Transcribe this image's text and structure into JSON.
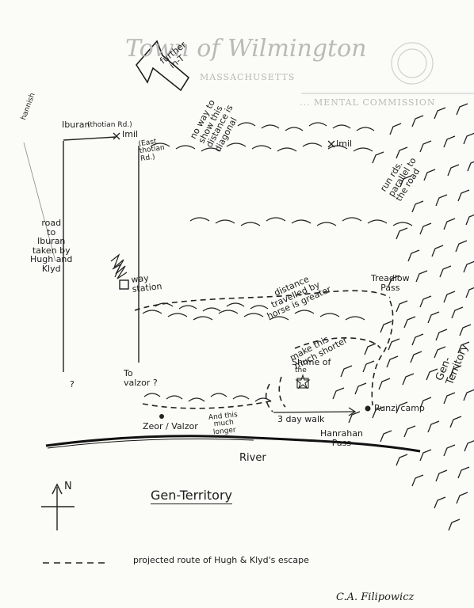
{
  "letterhead": {
    "town": "Town of Wilmington",
    "state": "MASSACHUSETTS",
    "commission": "... MENTAL COMMISSION"
  },
  "direction_arrow": {
    "line1": "further",
    "line2": "in-T"
  },
  "labels": {
    "iburan": "Iburan",
    "thotian_rd": "(thotian Rd.)",
    "imil_top": "Imil",
    "imil_right": "Imil",
    "east_thotian_line1": "(East",
    "east_thotian_line2": "thotian",
    "east_thotian_line3": "Rd.)",
    "scale_note_line1": "no way to",
    "scale_note_line2": "show this",
    "scale_note_line3": "distance is",
    "scale_note_line4": "diagonal",
    "river_note_line1": "run rds.",
    "river_note_line2": "parallel to",
    "river_note_line3": "the road",
    "margin_word": "hannish",
    "road_note_line1": "road",
    "road_note_line2": "to",
    "road_note_line3": "Iburan",
    "road_note_line4": "taken by",
    "road_note_line5": "Hugh and",
    "road_note_line6": "Klyd",
    "way_station_line1": "way",
    "way_station_line2": "station",
    "distance_note_line1": "distance",
    "distance_note_line2": "travelled by",
    "distance_note_line3": "horse",
    "distance_note_line4": "is greater",
    "treadlow_line1": "Treadlow",
    "treadlow_line2": "Pass",
    "shorter_note_line1": "make this",
    "shorter_note_line2": "much shorter",
    "shrine_line1": "Shrine of",
    "shrine_line2": "the",
    "to_valzor_line1": "To",
    "to_valzor_line2": "valzor ?",
    "question_mark": "?",
    "zeor": "Zeor / Valzor",
    "longer_note_line1": "And this",
    "longer_note_line2": "much",
    "longer_note_line3": "longer",
    "three_day_walk": "3 day walk",
    "runzi_camp": "Runzi camp",
    "hanrahan_line1": "Hanrahan",
    "hanrahan_line2": "Pass",
    "river": "River",
    "gen_territory_main": "Gen-Territory",
    "gen_territory_right_line1": "Gen-",
    "gen_territory_right_line2": "Territory"
  },
  "compass": {
    "north": "N"
  },
  "legend": {
    "text": "projected route of Hugh & Klyd's escape"
  },
  "signature": "C.A. Filipowicz",
  "icons": [
    "direction-arrow-icon",
    "compass-icon",
    "star-icon",
    "forest-scribble-icon",
    "mountain-icon",
    "hill-icon"
  ]
}
